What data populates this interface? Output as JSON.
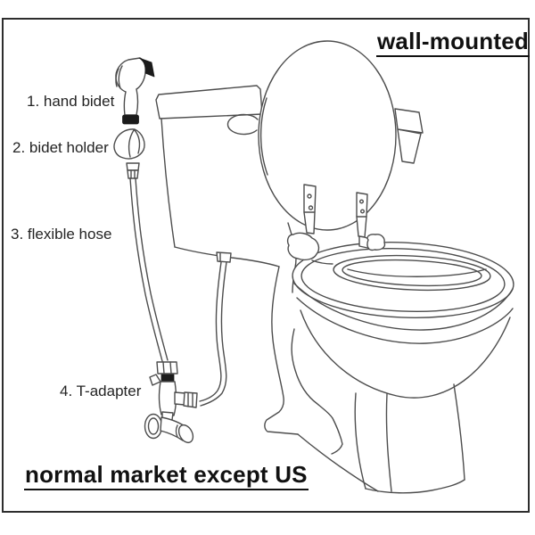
{
  "figure": {
    "headings": {
      "top_right": "wall-mounted",
      "bottom_left": "normal market except US"
    },
    "labels": [
      {
        "text": "1. hand bidet"
      },
      {
        "text": "2. bidet holder"
      },
      {
        "text": "3. flexible hose"
      },
      {
        "text": "4. T-adapter"
      }
    ],
    "parts": [
      "hand-bidet-sprayer",
      "bidet-holder",
      "flexible-hose",
      "t-adapter-valve",
      "wall-mounted-toilet"
    ],
    "colors": {
      "line": "#4d4d4d",
      "ink": "#1b1b1b",
      "text": "#242424",
      "heading": "#111111",
      "border": "#2e2e2e",
      "bg": "#ffffff"
    }
  }
}
